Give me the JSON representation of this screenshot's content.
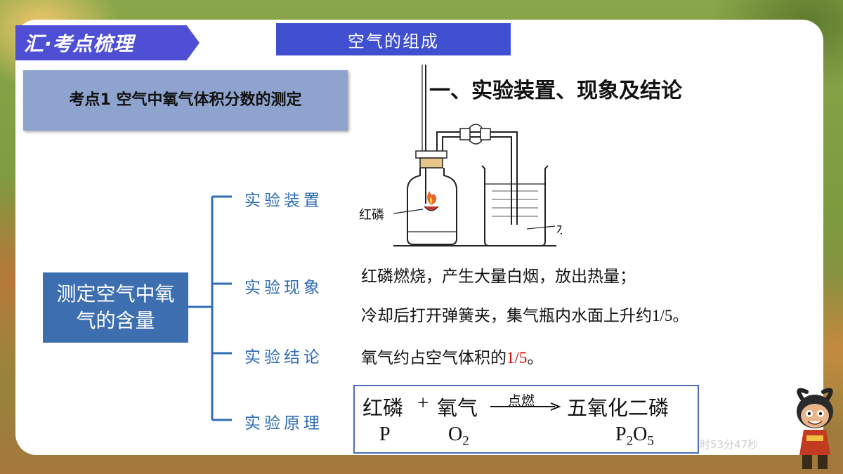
{
  "section_tag": "汇·考点梳理",
  "topic_title": "空气的组成",
  "kaodian_title": "考点1 空气中氧气体积分数的测定",
  "section_heading": "一、实验装置、现象及结论",
  "mindmap": {
    "root": "测定空气中氧气的含量",
    "branches": [
      "实验装置",
      "实验现象",
      "实验结论",
      "实验原理"
    ]
  },
  "apparatus_labels": {
    "phosphorus": "红磷",
    "water": "水"
  },
  "phenomenon": {
    "line1": "红磷燃烧，产生大量白烟，放出热量；",
    "line2_text": "冷却后打开弹簧夹，集气瓶内水面上升约",
    "line2_fraction": "1/5",
    "line2_end": "。"
  },
  "conclusion": {
    "text": "氧气约占空气体积的",
    "fraction": "1/5",
    "end": "。"
  },
  "equation": {
    "reactant1": "红磷",
    "plus": "+",
    "reactant2": "氧气",
    "condition": "点燃",
    "product": "五氧化二磷",
    "formula_r1": "P",
    "formula_r2": {
      "base": "O",
      "sub": "2"
    },
    "formula_p": {
      "a": "P",
      "a_sub": "2",
      "b": "O",
      "b_sub": "5"
    }
  },
  "timer": "时53分47秒",
  "colors": {
    "tag_bg": "#4f4fd6",
    "topic_bg": "#3f4fd0",
    "branch_text": "#2f6db5",
    "root_bg": "#3d6fb0",
    "highlight": "#d40000"
  }
}
